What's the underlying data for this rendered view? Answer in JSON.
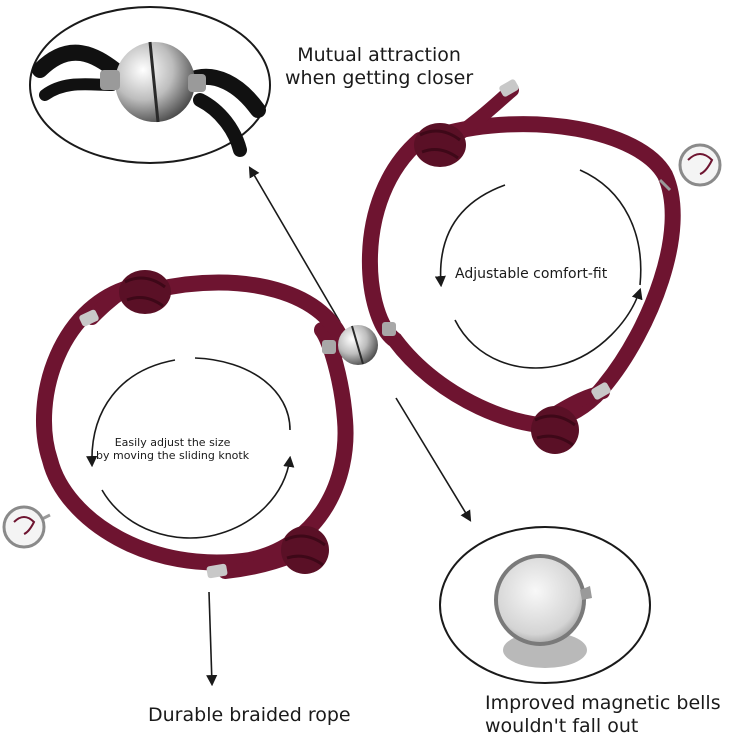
{
  "callouts": {
    "mutual_line1": "Mutual attraction",
    "mutual_line2": "when getting closer",
    "adjustable": "Adjustable comfort-fit",
    "easy_line1": "Easily adjust the size",
    "easy_line2": "by moving the sliding knotk",
    "rope": "Durable braided rope",
    "magnetic_line1": "Improved magnetic bells",
    "magnetic_line2": "wouldn't fall out"
  },
  "colors": {
    "rope": "#6e1430",
    "rope_dark": "#4a0c20",
    "background": "#ffffff",
    "text": "#1a1a1a",
    "metal": "#c8c8c8"
  }
}
